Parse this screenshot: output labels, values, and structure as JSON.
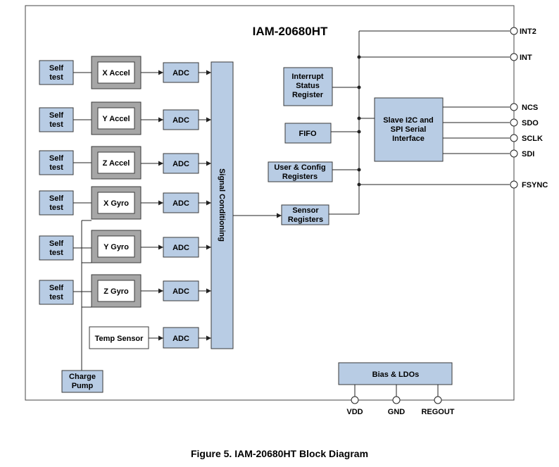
{
  "title": "IAM-20680HT",
  "caption": "Figure 5. IAM-20680HT Block Diagram",
  "sensor_rows": [
    {
      "self_test": [
        "Self",
        "test"
      ],
      "sensor": "X Accel",
      "adc": "ADC"
    },
    {
      "self_test": [
        "Self",
        "test"
      ],
      "sensor": "Y Accel",
      "adc": "ADC"
    },
    {
      "self_test": [
        "Self",
        "test"
      ],
      "sensor": "Z Accel",
      "adc": "ADC"
    },
    {
      "self_test": [
        "Self",
        "test"
      ],
      "sensor": "X Gyro",
      "adc": "ADC"
    },
    {
      "self_test": [
        "Self",
        "test"
      ],
      "sensor": "Y Gyro",
      "adc": "ADC"
    },
    {
      "self_test": [
        "Self",
        "test"
      ],
      "sensor": "Z Gyro",
      "adc": "ADC"
    }
  ],
  "temp_sensor": "Temp Sensor",
  "temp_adc": "ADC",
  "charge_pump": [
    "Charge",
    "Pump"
  ],
  "signal_conditioning": "Signal Conditioning",
  "interrupt_status_register": [
    "Interrupt",
    "Status",
    "Register"
  ],
  "fifo": "FIFO",
  "user_config_registers": [
    "User & Config",
    "Registers"
  ],
  "sensor_registers": [
    "Sensor",
    "Registers"
  ],
  "serial_interface": [
    "Slave I2C and",
    "SPI Serial",
    "Interface"
  ],
  "bias_ldos": "Bias & LDOs",
  "pins_right": [
    "INT2",
    "INT",
    "NCS",
    "SDO",
    "SCLK",
    "SDI",
    "FSYNC"
  ],
  "pins_bottom": [
    "VDD",
    "GND",
    "REGOUT"
  ]
}
